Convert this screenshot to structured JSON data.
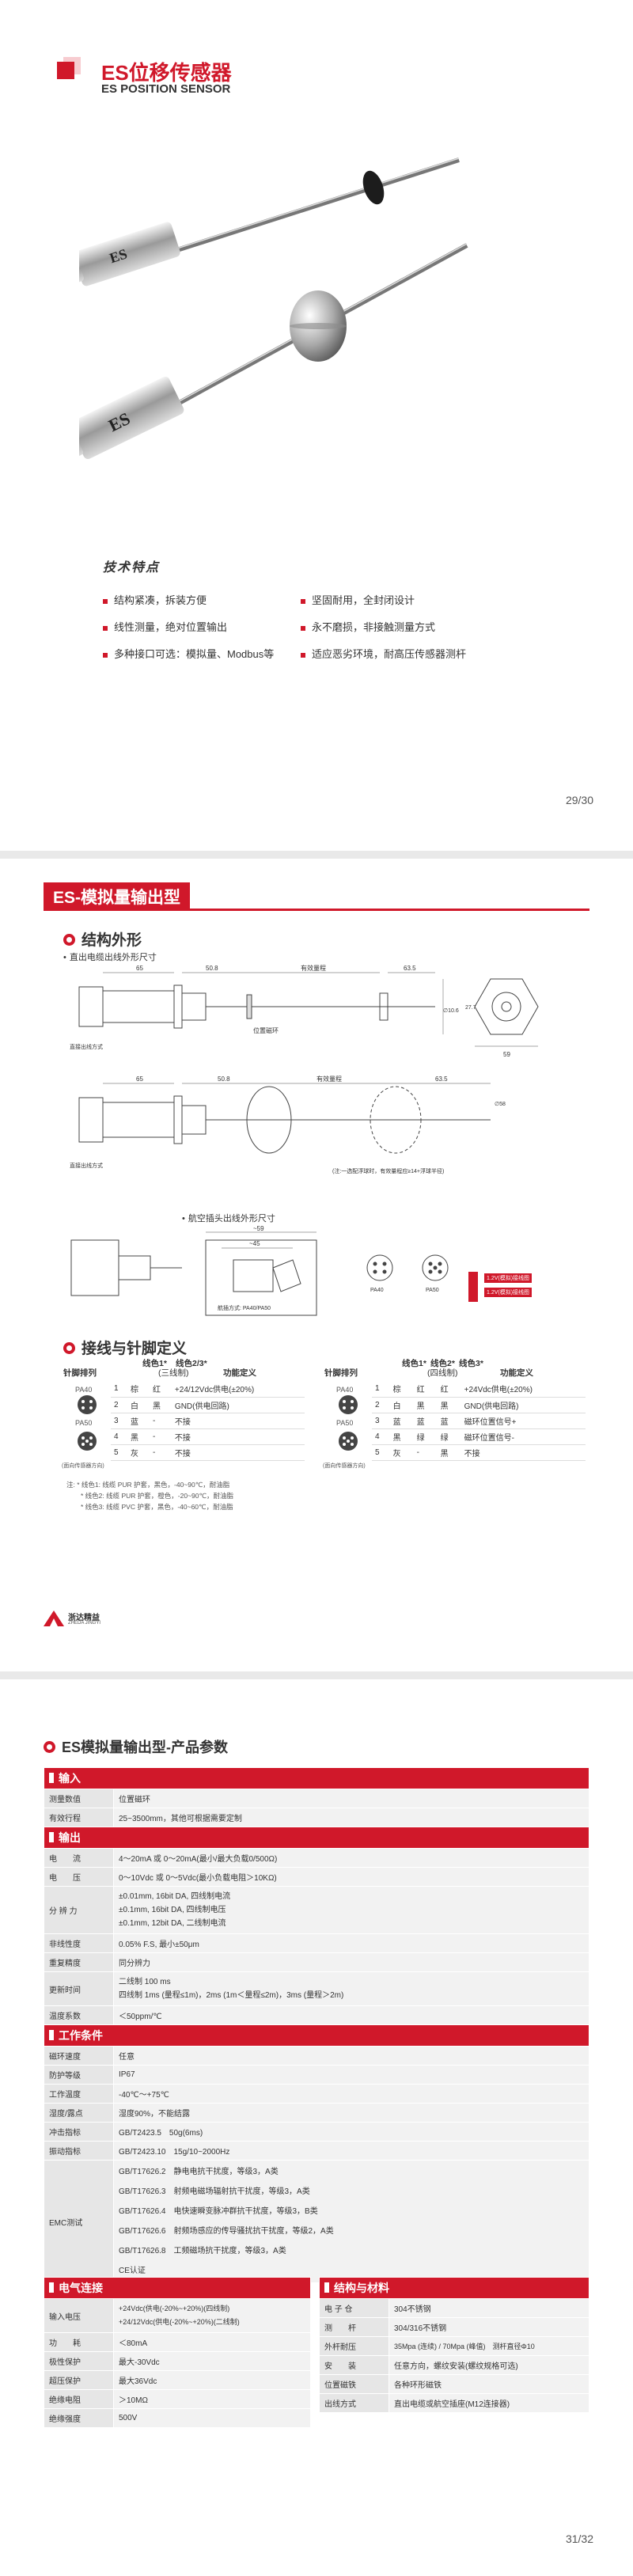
{
  "page1": {
    "brand_cn": "ES位移传感器",
    "brand_en": "ES POSITION SENSOR",
    "features_title": "技术特点",
    "features": [
      "结构紧凑，拆装方便",
      "坚固耐用，全封闭设计",
      "线性测量，绝对位置输出",
      "永不磨损，非接触测量方式",
      "多种接口可选：模拟量、Modbus等",
      "适应恶劣环境，耐高压传感器测杆"
    ],
    "page_number": "29/30",
    "device_label": "ES"
  },
  "page2": {
    "banner": "ES-模拟量输出型",
    "section_dims": "结构外形",
    "sub_cable": "直出电缆出线外形尺寸",
    "sub_plug": "航空插头出线外形尺寸",
    "dims": {
      "d1": "65",
      "d2": "50.8",
      "d3": "有效量程",
      "d4": "63.5",
      "d5": "65",
      "d6": "50.8",
      "d7": "有效量程",
      "d8": "63.5",
      "d9": "∅10.6",
      "d10": "∅58",
      "d11": "59",
      "d12": "27.7",
      "mag": "位置磁环",
      "cable_label": "直接出线方式",
      "note": "(注:一选配浮球时，有效量程应≥14+浮球半径)",
      "d13": "~59",
      "d14": "~45",
      "plug_pa": "航插方式: PA40/PA50",
      "pa40": "PA40",
      "pa50": "PA50",
      "red_tag1": "1.2V(模拟)接线图",
      "red_tag2": "1.2V(模拟)接线图"
    },
    "section_wiring": "接线与针脚定义",
    "left_table": {
      "h_pin": "针脚排列",
      "h_c1": "线色1*",
      "h_c2": "线色2/3*",
      "h_c2b": "(三线制)",
      "h_fn": "功能定义",
      "pa40": "PA40",
      "pa50": "PA50",
      "view_note": "(面向传感器方向)",
      "rows": [
        {
          "n": "1",
          "c1": "棕",
          "c2": "红",
          "fn": "+24/12Vdc供电(±20%)"
        },
        {
          "n": "2",
          "c1": "白",
          "c2": "黑",
          "fn": "GND(供电回路)"
        },
        {
          "n": "3",
          "c1": "蓝",
          "c2": "-",
          "fn": "不接"
        },
        {
          "n": "4",
          "c1": "黑",
          "c2": "-",
          "fn": "不接"
        },
        {
          "n": "5",
          "c1": "灰",
          "c2": "-",
          "fn": "不接"
        }
      ]
    },
    "right_table": {
      "h_pin": "针脚排列",
      "h_c1": "线色1*",
      "h_c2": "线色2*",
      "h_c3": "线色3*",
      "h_c2b": "(四线制)",
      "h_fn": "功能定义",
      "pa40": "PA40",
      "pa50": "PA50",
      "view_note": "(面向传感器方向)",
      "rows": [
        {
          "n": "1",
          "c1": "棕",
          "c2": "红",
          "c3": "红",
          "fn": "+24Vdc供电(±20%)"
        },
        {
          "n": "2",
          "c1": "白",
          "c2": "黑",
          "c3": "黑",
          "fn": "GND(供电回路)"
        },
        {
          "n": "3",
          "c1": "蓝",
          "c2": "蓝",
          "c3": "蓝",
          "fn": "磁环位置信号+"
        },
        {
          "n": "4",
          "c1": "黑",
          "c2": "绿",
          "c3": "绿",
          "fn": "磁环位置信号-"
        },
        {
          "n": "5",
          "c1": "灰",
          "c2": "-",
          "c3": "黑",
          "fn": "不接"
        }
      ]
    },
    "notes": [
      "注: * 线色1: 线缆 PUR 护套，黑色，-40~90℃，耐油脂",
      "* 线色2: 线缆 PUR 护套，橙色，-20~90℃，耐油脂",
      "* 线色3: 线缆 PVC 护套，黑色，-40~60℃，耐油脂"
    ],
    "logo_cn": "浙达精益",
    "logo_en": "ZHEDA JINGYI"
  },
  "page3": {
    "title": "ES模拟量输出型-产品参数",
    "page_number": "31/32",
    "input": {
      "header": "输入",
      "rows": [
        {
          "k": "测量数值",
          "v": [
            "位置磁环"
          ]
        },
        {
          "k": "有效行程",
          "v": [
            "25~3500mm，其他可根据需要定制"
          ]
        }
      ]
    },
    "output": {
      "header": "输出",
      "rows": [
        {
          "k": "电　　流",
          "v": [
            "4～20mA 或 0～20mA(最小/最大负载0/500Ω)"
          ]
        },
        {
          "k": "电　　压",
          "v": [
            "0～10Vdc 或 0～5Vdc(最小负载电阻＞10KΩ)"
          ]
        },
        {
          "k": "分 辨 力",
          "v": [
            "±0.01mm, 16bit DA, 四线制电流",
            "±0.1mm, 16bit DA, 四线制电压",
            "±0.1mm, 12bit DA, 二线制电流"
          ]
        },
        {
          "k": "非线性度",
          "v": [
            "0.05% F.S, 最小±50μm"
          ]
        },
        {
          "k": "重复精度",
          "v": [
            "同分辨力"
          ]
        },
        {
          "k": "更新时间",
          "v": [
            "二线制 100 ms",
            "四线制 1ms (量程≤1m)，2ms (1m＜量程≤2m)，3ms (量程＞2m)"
          ]
        },
        {
          "k": "温度系数",
          "v": [
            "＜50ppm/℃"
          ]
        }
      ]
    },
    "conditions": {
      "header": "工作条件",
      "rows": [
        {
          "k": "磁环速度",
          "v": [
            "任意"
          ]
        },
        {
          "k": "防护等级",
          "v": [
            "IP67"
          ]
        },
        {
          "k": "工作温度",
          "v": [
            "-40℃～+75℃"
          ]
        },
        {
          "k": "湿度/露点",
          "v": [
            "湿度90%，不能结露"
          ]
        },
        {
          "k": "冲击指标",
          "v": [
            "GB/T2423.5　50g(6ms)"
          ]
        },
        {
          "k": "振动指标",
          "v": [
            "GB/T2423.10　15g/10~2000Hz"
          ]
        },
        {
          "k": "EMC测试",
          "v": [
            "GB/T17626.2　静电电抗干扰度，等级3，A类",
            "GB/T17626.3　射频电磁场辐射抗干扰度，等级3，A类",
            "GB/T17626.4　电快速瞬变脉冲群抗干扰度，等级3，B类",
            "GB/T17626.6　射频场感应的传导骚扰抗干扰度，等级2，A类",
            "GB/T17626.8　工频磁场抗干扰度，等级3，A类",
            "CE认证"
          ]
        }
      ]
    },
    "electrical": {
      "header": "电气连接",
      "rows": [
        {
          "k": "输入电压",
          "v": [
            "+24Vdc(供电(-20%~+20%)(四线制)",
            "+24/12Vdc(供电(-20%~+20%)(二线制)"
          ]
        },
        {
          "k": "功　　耗",
          "v": [
            "＜80mA"
          ]
        },
        {
          "k": "极性保护",
          "v": [
            "最大-30Vdc"
          ]
        },
        {
          "k": "超压保护",
          "v": [
            "最大36Vdc"
          ]
        },
        {
          "k": "绝缘电阻",
          "v": [
            "＞10MΩ"
          ]
        },
        {
          "k": "绝缘强度",
          "v": [
            "500V"
          ]
        }
      ]
    },
    "structure": {
      "header": "结构与材料",
      "rows": [
        {
          "k": "电 子 仓",
          "v": [
            "304不锈钢"
          ]
        },
        {
          "k": "测　　杆",
          "v": [
            "304/316不锈钢"
          ]
        },
        {
          "k": "外杆耐压",
          "v": [
            "35Mpa (连续) / 70Mpa (峰值)　测杆直径Φ10"
          ]
        },
        {
          "k": "安　　装",
          "v": [
            "任意方向，螺纹安装(螺纹规格可选)"
          ]
        },
        {
          "k": "位置磁铁",
          "v": [
            "各种环形磁铁"
          ]
        },
        {
          "k": "出线方式",
          "v": [
            "直出电缆或航空插座(M12连接器)"
          ]
        }
      ]
    }
  },
  "colors": {
    "accent": "#d0182a",
    "accent_light": "#f4a9b1",
    "row_bg": "#f2f2f2",
    "key_bg": "#e6e6e6"
  }
}
